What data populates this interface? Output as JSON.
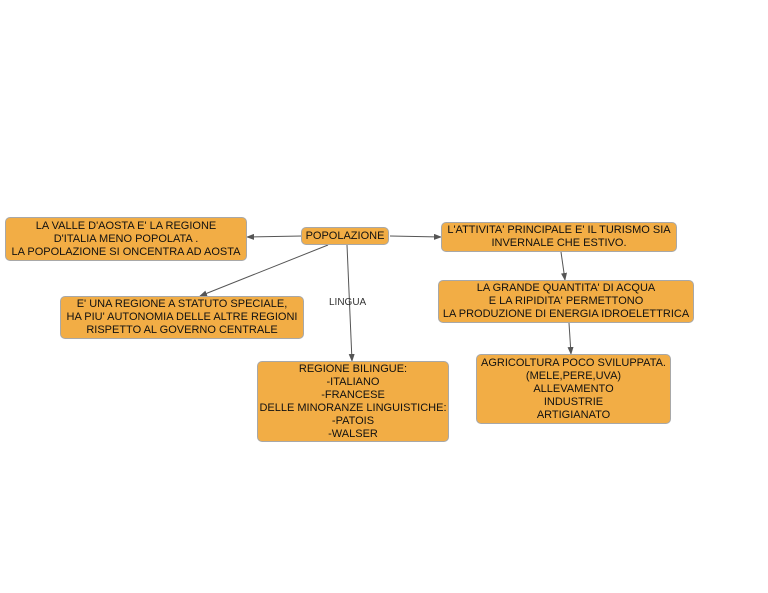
{
  "diagram": {
    "center": {
      "lines": [
        "POPOLAZIONE"
      ]
    },
    "nodes": {
      "valle": {
        "lines": [
          "LA VALLE D'AOSTA E' LA REGIONE",
          "D'ITALIA MENO POPOLATA .",
          "LA POPOLAZIONE SI ONCENTRA AD AOSTA"
        ]
      },
      "statuto": {
        "lines": [
          "E' UNA REGIONE A STATUTO SPECIALE,",
          "HA PIU' AUTONOMIA DELLE ALTRE REGIONI",
          "RISPETTO AL GOVERNO CENTRALE"
        ]
      },
      "bilingue": {
        "lines": [
          "REGIONE BILINGUE:",
          "-ITALIANO",
          "-FRANCESE",
          "DELLE MINORANZE LINGUISTICHE:",
          "-PATOIS",
          "-WALSER"
        ]
      },
      "turismo": {
        "lines": [
          "L'ATTIVITA' PRINCIPALE E' IL TURISMO SIA",
          "INVERNALE CHE ESTIVO."
        ]
      },
      "acqua": {
        "lines": [
          "LA GRANDE QUANTITA' DI ACQUA",
          "E LA RIPIDITA' PERMETTONO",
          "LA PRODUZIONE DI ENERGIA IDROELETTRICA"
        ]
      },
      "agricoltura": {
        "lines": [
          "AGRICOLTURA POCO SVILUPPATA.",
          "(MELE,PERE,UVA)",
          "ALLEVAMENTO",
          "INDUSTRIE",
          "ARTIGIANATO"
        ]
      }
    },
    "edge_labels": {
      "lingua": "LINGUA"
    },
    "colors": {
      "node_fill": "#f2ad45",
      "node_border": "#a8a8a8",
      "arrow": "#555555"
    }
  }
}
